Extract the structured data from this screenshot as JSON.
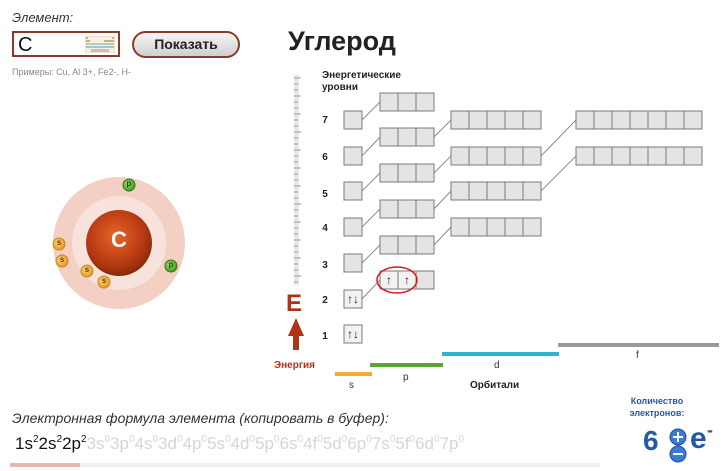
{
  "controls": {
    "element_label": "Элемент:",
    "input_value": "C",
    "show_button": "Показать",
    "examples": "Примеры: Cu, Al 3+, Fe2-, H-"
  },
  "atom": {
    "symbol": "C",
    "s_label": "s",
    "p_label": "p"
  },
  "title": "Углерод",
  "diagram": {
    "levels_title_1": "Энергетические",
    "levels_title_2": "уровни",
    "levels": [
      "7",
      "6",
      "5",
      "4",
      "3",
      "2",
      "1"
    ],
    "energy_letter": "E",
    "energy_label": "Энергия",
    "orbitals_label": "Орбитали",
    "orbital_types": [
      "s",
      "p",
      "d",
      "f"
    ],
    "occupancy": {
      "1s": "↑↓",
      "2s": "↑↓",
      "2p": [
        "↑",
        "↑",
        ""
      ]
    }
  },
  "formula": {
    "label": "Электронная формула элемента (копировать в буфер):",
    "terms": [
      {
        "o": "1s",
        "e": "2",
        "f": true
      },
      {
        "o": "2s",
        "e": "2",
        "f": true
      },
      {
        "o": "2p",
        "e": "2",
        "f": true
      },
      {
        "o": "3s",
        "e": "0",
        "f": false
      },
      {
        "o": "3p",
        "e": "0",
        "f": false
      },
      {
        "o": "4s",
        "e": "0",
        "f": false
      },
      {
        "o": "3d",
        "e": "0",
        "f": false
      },
      {
        "o": "4p",
        "e": "0",
        "f": false
      },
      {
        "o": "5s",
        "e": "0",
        "f": false
      },
      {
        "o": "4d",
        "e": "0",
        "f": false
      },
      {
        "o": "5p",
        "e": "0",
        "f": false
      },
      {
        "o": "6s",
        "e": "0",
        "f": false
      },
      {
        "o": "4f",
        "e": "0",
        "f": false
      },
      {
        "o": "5d",
        "e": "0",
        "f": false
      },
      {
        "o": "6p",
        "e": "0",
        "f": false
      },
      {
        "o": "7s",
        "e": "0",
        "f": false
      },
      {
        "o": "5f",
        "e": "0",
        "f": false
      },
      {
        "o": "6d",
        "e": "0",
        "f": false
      },
      {
        "o": "7p",
        "e": "0",
        "f": false
      }
    ]
  },
  "electrons": {
    "label_1": "Количество",
    "label_2": "электронов:",
    "count": "6",
    "plus_icon": "plus-icon",
    "minus_icon": "minus-icon",
    "e_symbol": "e",
    "e_sign": "-"
  },
  "colors": {
    "s": "#f2a93b",
    "p": "#5aa832",
    "d": "#27b8cc",
    "f": "#9a9a9a",
    "accent": "#8b3a2a",
    "blue": "#2458a8"
  }
}
